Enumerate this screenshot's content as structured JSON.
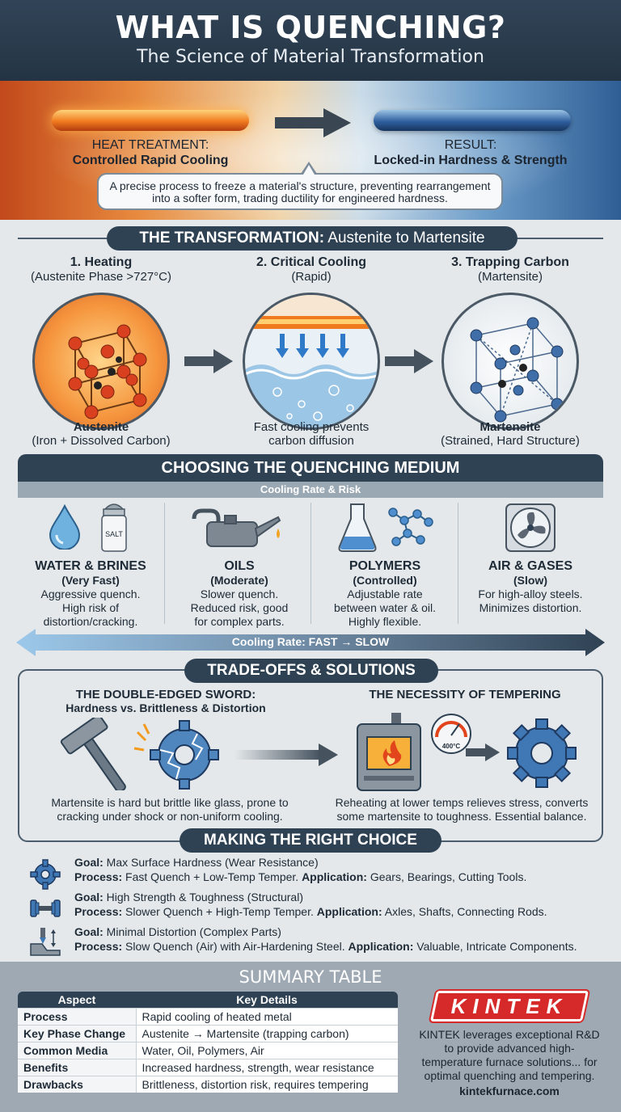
{
  "header": {
    "title": "WHAT IS QUENCHING?",
    "subtitle": "The Science of Material Transformation"
  },
  "hero": {
    "left_label_1": "HEAT TREATMENT:",
    "left_label_2": "Controlled Rapid Cooling",
    "right_label_1": "RESULT:",
    "right_label_2": "Locked-in Hardness & Strength",
    "callout_1": "A precise process to freeze a material's structure, preventing rearrangement",
    "callout_2": "into a softer form, trading ductility for engineered hardness."
  },
  "transformation": {
    "pill_bold": "THE TRANSFORMATION:",
    "pill_rest": " Austenite to Martensite",
    "steps": [
      {
        "title": "1. Heating",
        "sub": "(Austenite Phase >727°C)",
        "cap_title": "Austenite",
        "cap_sub": "(Iron + Dissolved Carbon)"
      },
      {
        "title": "2. Critical Cooling",
        "sub": "(Rapid)",
        "cap_title": "Fast cooling prevents",
        "cap_sub": "carbon diffusion"
      },
      {
        "title": "3. Trapping Carbon",
        "sub": "(Martensite)",
        "cap_title": "Martensite",
        "cap_sub": "(Strained, Hard Structure)"
      }
    ]
  },
  "medium": {
    "title": "CHOOSING THE QUENCHING MEDIUM",
    "subtitle": "Cooling Rate & Risk",
    "salt_label": "SALT",
    "items": [
      {
        "name": "WATER & BRINES",
        "speed": "(Very Fast)",
        "d1": "Aggressive quench.",
        "d2": "High risk of",
        "d3": "distortion/cracking."
      },
      {
        "name": "OILS",
        "speed": "(Moderate)",
        "d1": "Slower quench.",
        "d2": "Reduced risk, good",
        "d3": "for complex parts."
      },
      {
        "name": "POLYMERS",
        "speed": "(Controlled)",
        "d1": "Adjustable rate",
        "d2": "between water & oil.",
        "d3": "Highly flexible."
      },
      {
        "name": "AIR & GASES",
        "speed": "(Slow)",
        "d1": "For high-alloy steels.",
        "d2": "Minimizes distortion.",
        "d3": ""
      }
    ],
    "rate_label": "Cooling Rate: FAST → SLOW"
  },
  "tradeoffs": {
    "title": "TRADE-OFFS & SOLUTIONS",
    "left_title": "THE DOUBLE-EDGED SWORD:",
    "left_sub": "Hardness vs. Brittleness & Distortion",
    "left_d1": "Martensite is hard but brittle like glass, prone to",
    "left_d2": "cracking under shock or non-uniform cooling.",
    "right_title": "THE NECESSITY OF TEMPERING",
    "gauge_label": "400°C",
    "right_d1": "Reheating at lower temps relieves stress, converts",
    "right_d2": "some martensite to toughness. Essential balance."
  },
  "choice": {
    "title": "MAKING THE RIGHT CHOICE",
    "goal_key": "Goal:",
    "process_key": "Process:",
    "app_key": "Application:",
    "items": [
      {
        "goal": " Max Surface Hardness (Wear Resistance)",
        "process": " Fast Quench + Low-Temp Temper. ",
        "app": " Gears, Bearings, Cutting Tools."
      },
      {
        "goal": " High Strength & Toughness (Structural)",
        "process": " Slower Quench + High-Temp Temper. ",
        "app": " Axles, Shafts, Connecting Rods."
      },
      {
        "goal": " Minimal Distortion (Complex Parts)",
        "process": " Slow Quench (Air) with Air-Hardening Steel. ",
        "app": " Valuable, Intricate Components."
      }
    ]
  },
  "summary": {
    "title": "SUMMARY TABLE",
    "col1": "Aspect",
    "col2": "Key Details",
    "rows": [
      {
        "aspect": "Process",
        "details": "Rapid cooling of heated metal"
      },
      {
        "aspect": "Key Phase Change",
        "details": "Austenite → Martensite (trapping carbon)"
      },
      {
        "aspect": "Common Media",
        "details": "Water, Oil, Polymers, Air"
      },
      {
        "aspect": "Benefits",
        "details": "Increased hardness, strength, wear resistance"
      },
      {
        "aspect": "Drawbacks",
        "details": "Brittleness, distortion risk, requires tempering"
      }
    ]
  },
  "brand": {
    "logo": "KINTEK",
    "t1": "KINTEK leverages exceptional R&D",
    "t2": "to provide advanced high-",
    "t3": "temperature furnace solutions... for",
    "t4": "optimal quenching and tempering.",
    "url": "kintekfurnace.com",
    "color": "#d62a2a"
  }
}
